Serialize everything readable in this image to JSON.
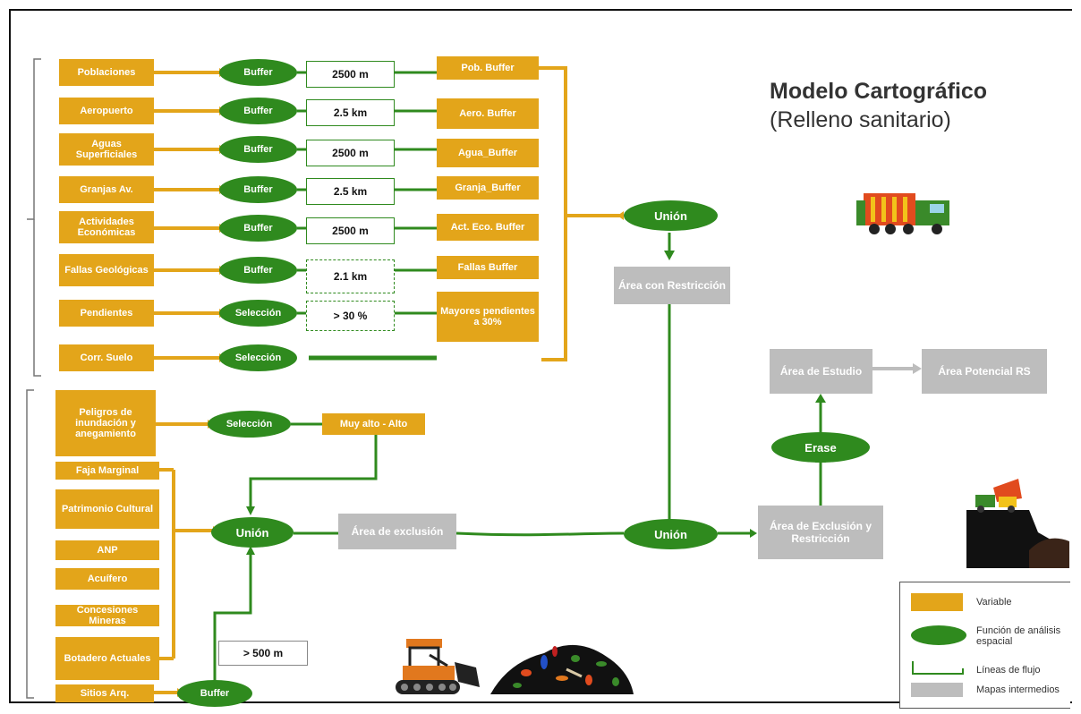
{
  "title": {
    "line1": "Modelo Cartográfico",
    "line2": "(Relleno sanitario)"
  },
  "variables": {
    "v1": "Poblaciones",
    "v2": "Aeropuerto",
    "v3": "Aguas Superficiales",
    "v4": "Granjas Av.",
    "v5": "Actividades Económicas",
    "v6": "Fallas Geológicas",
    "v7": "Pendientes",
    "v8": "Corr. Suelo",
    "v9": "Peligros de inundación y anegamiento",
    "v10": "Faja Marginal",
    "v11": "Patrimonio Cultural",
    "v12": "ANP",
    "v13": "Acuífero",
    "v14": "Concesiones Mineras",
    "v15": "Botadero Actuales",
    "v16": "Sitios Arq."
  },
  "functions": {
    "f1": "Buffer",
    "f2": "Buffer",
    "f3": "Buffer",
    "f4": "Buffer",
    "f5": "Buffer",
    "f6": "Buffer",
    "f7": "Selección",
    "f8": "Selección",
    "f9": "Selección",
    "f10": "Buffer",
    "union1": "Unión",
    "union2": "Unión",
    "union3": "Unión",
    "erase": "Erase"
  },
  "params": {
    "p1": "2500 m",
    "p2": "2.5 km",
    "p3": "2500 m",
    "p4": "2.5 km",
    "p5": "2500 m",
    "p6": "2.1 km",
    "p7": "> 30 %",
    "p8": "> 500 m"
  },
  "outputs": {
    "o1": "Pob. Buffer",
    "o2": "Aero. Buffer",
    "o3": "Agua_Buffer",
    "o4": "Granja_Buffer",
    "o5": "Act. Eco. Buffer",
    "o6": "Fallas Buffer",
    "o7": "Mayores pendientes a 30%",
    "o8": "Muy alto - Alto"
  },
  "intermediates": {
    "restriccion": "Área con Restricción",
    "exclusion": "Área de exclusión",
    "excl_restr": "Área de Exclusión y Restricción",
    "estudio": "Área de Estudio",
    "potencial": "Área Potencial RS"
  },
  "legend": {
    "variable": "Variable",
    "function": "Función de análisis espacial",
    "lines": "Líneas de flujo",
    "intermediate": "Mapas intermedios"
  },
  "colors": {
    "variable": "#e3a51a",
    "function": "#2f8a1e",
    "intermediate": "#bdbdbd"
  },
  "icons": [
    "garbage-truck-icon",
    "dump-truck-icon",
    "bulldozer-icon",
    "waste-pile-icon"
  ]
}
